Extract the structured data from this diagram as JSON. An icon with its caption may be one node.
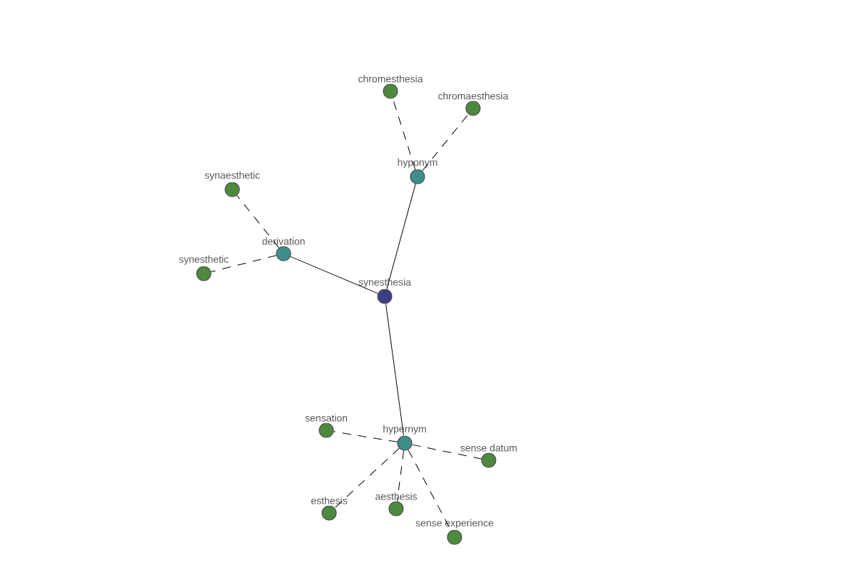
{
  "diagram": {
    "nodes": [
      {
        "text": [
          "chromesthesia"
        ]
      },
      {
        "text": [
          "chromaesthesia"
        ]
      },
      {
        "text": [
          "hyponym"
        ]
      },
      {
        "text": [
          "synaesthetic"
        ]
      },
      {
        "text": [
          "derivation"
        ]
      },
      {
        "text": [
          "synesthetic"
        ]
      },
      {
        "text": [
          "synesthesia"
        ]
      },
      {
        "text": [
          "sensation"
        ]
      },
      {
        "text": [
          "hypernym"
        ]
      },
      {
        "text": [
          "sense datum"
        ]
      },
      {
        "text": [
          "esthesis"
        ]
      },
      {
        "text": [
          "aesthesis"
        ]
      },
      {
        "text": [
          "sense experience"
        ]
      }
    ],
    "edges": [
      {
        "from": 6,
        "to": 2,
        "arrow": "none"
      },
      {
        "from": 6,
        "to": 4,
        "arrow": "none"
      },
      {
        "from": 6,
        "to": 8,
        "arrow": "none"
      },
      {
        "from": 2,
        "to": 0,
        "arrow": "none",
        "style": "dashed"
      },
      {
        "from": 2,
        "to": 1,
        "arrow": "none",
        "style": "dashed"
      },
      {
        "from": 4,
        "to": 3,
        "arrow": "none",
        "style": "dashed"
      },
      {
        "from": 4,
        "to": 5,
        "arrow": "none",
        "style": "dashed"
      },
      {
        "from": 8,
        "to": 7,
        "arrow": "none",
        "style": "dashed"
      },
      {
        "from": 8,
        "to": 9,
        "arrow": "none",
        "style": "dashed"
      },
      {
        "from": 8,
        "to": 10,
        "arrow": "none",
        "style": "dashed"
      },
      {
        "from": 8,
        "to": 11,
        "arrow": "none",
        "style": "dashed"
      },
      {
        "from": 8,
        "to": 12,
        "arrow": "none",
        "style": "dashed"
      }
    ]
  }
}
